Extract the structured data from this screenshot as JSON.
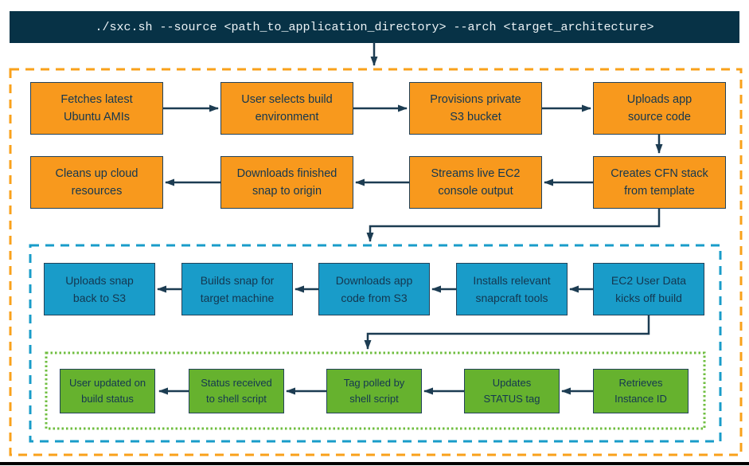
{
  "command_bar": {
    "command": "./sxc.sh --source <path_to_application_directory> --arch <target_architecture>"
  },
  "colors": {
    "header_background": "#073246",
    "connector": "#1C3C52",
    "node_text": "#143750",
    "node_border": "#22425A",
    "provisioning_fill": "#F8991D",
    "provisioning_container_border": "#F9A11B",
    "build_fill": "#199CC9",
    "build_container_border": "#199CC9",
    "status_fill": "#66B22E",
    "status_container_border": "#6FBE3F"
  },
  "sections": [
    {
      "name": "provisioning",
      "border_style": "dashed",
      "rows": [
        {
          "flow_direction": "left-to-right",
          "nodes": [
            {
              "label": "Fetches latest\nUbuntu AMIs"
            },
            {
              "label": "User selects build\nenvironment"
            },
            {
              "label": "Provisions private\nS3 bucket"
            },
            {
              "label": "Uploads app\nsource code"
            }
          ]
        },
        {
          "flow_direction": "right-to-left",
          "nodes": [
            {
              "label": "Cleans up cloud\nresources"
            },
            {
              "label": "Downloads finished\nsnap to origin"
            },
            {
              "label": "Streams live EC2\nconsole output"
            },
            {
              "label": "Creates CFN stack\nfrom template"
            }
          ]
        }
      ]
    },
    {
      "name": "build",
      "border_style": "dashed",
      "rows": [
        {
          "flow_direction": "right-to-left",
          "nodes": [
            {
              "label": "Uploads snap\nback to S3"
            },
            {
              "label": "Builds snap for\ntarget machine"
            },
            {
              "label": "Downloads app\ncode from S3"
            },
            {
              "label": "Installs relevant\nsnapcraft tools"
            },
            {
              "label": "EC2 User Data\nkicks off build"
            }
          ]
        }
      ]
    },
    {
      "name": "status",
      "border_style": "dotted",
      "rows": [
        {
          "flow_direction": "right-to-left",
          "nodes": [
            {
              "label": "User updated on\nbuild status"
            },
            {
              "label": "Status received\nto shell script"
            },
            {
              "label": "Tag polled by\nshell script"
            },
            {
              "label": "Updates\nSTATUS tag"
            },
            {
              "label": "Retrieves\nInstance ID"
            }
          ]
        }
      ]
    }
  ]
}
